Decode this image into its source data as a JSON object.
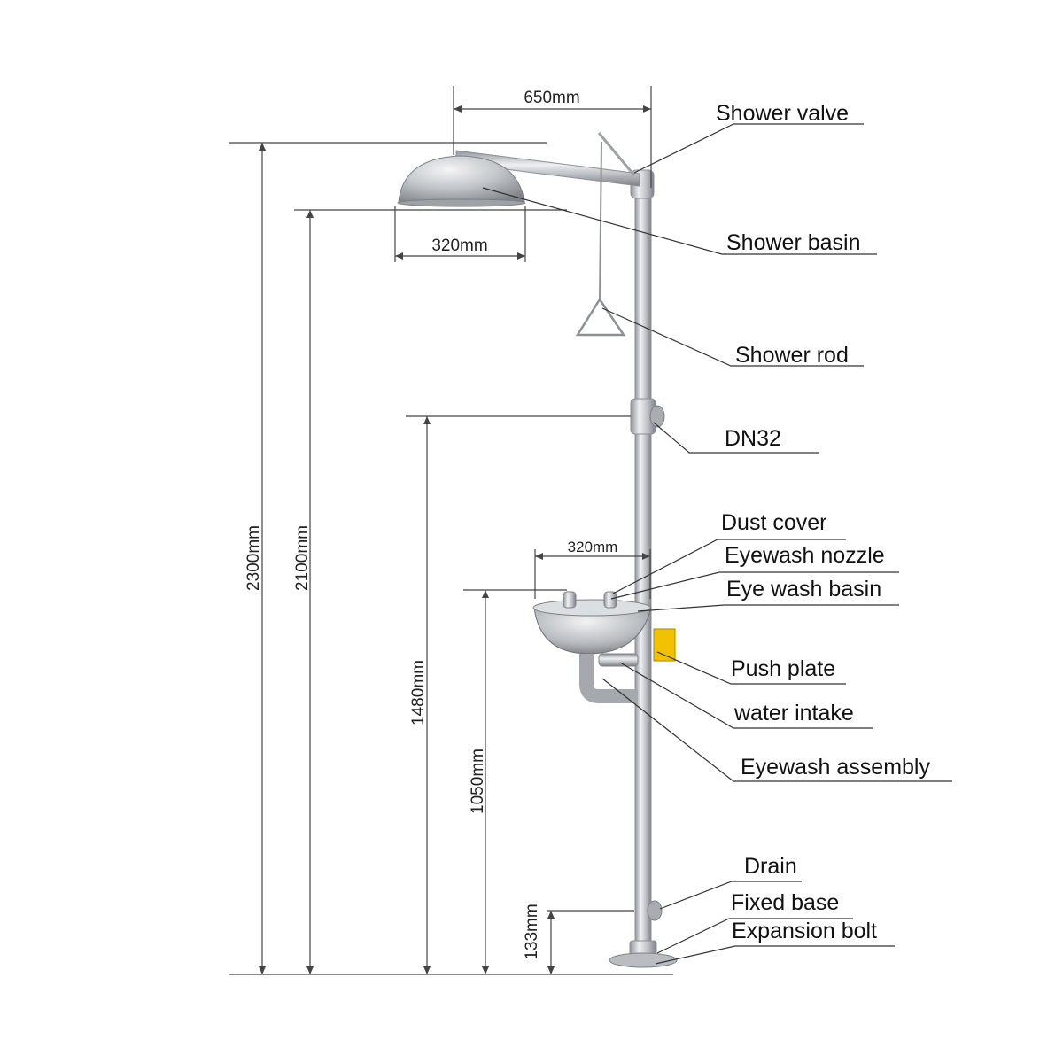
{
  "diagram": {
    "callouts": {
      "shower_valve": "Shower valve",
      "shower_basin": "Shower basin",
      "shower_rod": "Shower rod",
      "dn32": "DN32",
      "dust_cover": "Dust cover",
      "eyewash_nozzle": "Eyewash nozzle",
      "eye_wash_basin": "Eye wash basin",
      "push_plate": "Push plate",
      "water_intake": "water intake",
      "eyewash_assembly": "Eyewash assembly",
      "drain": "Drain",
      "fixed_base": "Fixed base",
      "expansion_bolt": "Expansion bolt"
    },
    "dimensions": {
      "arm_length": "650mm",
      "shower_diameter": "320mm",
      "eyewash_diameter": "320mm",
      "total_height": "2300mm",
      "shower_height": "2100mm",
      "dn32_height": "1480mm",
      "eyewash_height": "1050mm",
      "drain_height": "133mm"
    },
    "colors": {
      "steel": "#b9bdc2",
      "steel_dark": "#7d8187",
      "push_plate": "#f2c200",
      "line": "#333333"
    }
  }
}
